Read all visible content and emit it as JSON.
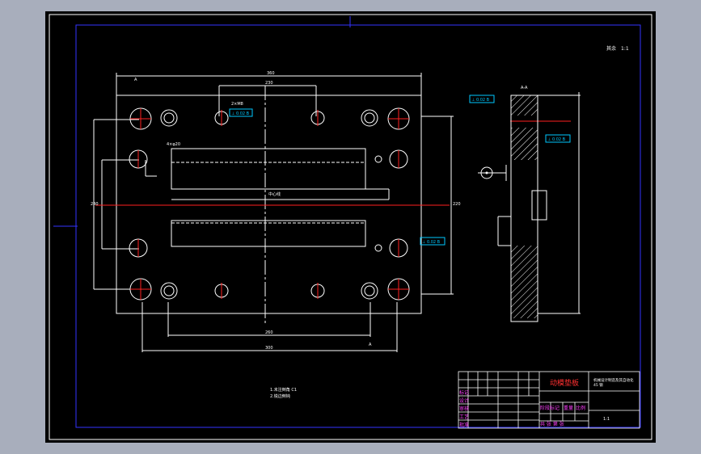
{
  "drawing": {
    "corner_note": "其余",
    "scale_note": "1:1",
    "center_label": "中心线",
    "note_line1": "1.未注倒角 C1",
    "note_line2": "2.锐边倒钝",
    "dims": {
      "overall_width": "360",
      "top_left": "A",
      "bottom_right": "A",
      "left_height": "240",
      "right_height": "220",
      "bottom_width": "300",
      "bottom_inner": "260",
      "top_inner": "230",
      "section": "A-A"
    },
    "gdt": {
      "frame1": "⊥ 0.02 B",
      "frame2": "⊥ 0.02 B",
      "frame3": "⊥ 0.02 B",
      "frame4": "⊥ 0.02 B"
    },
    "hole_note": "4×φ20",
    "slot_note": "2×M8"
  },
  "title_block": {
    "part_name": "动模垫板",
    "material": "45 钢",
    "company": "机械设计制造及其自动化",
    "sheet": "1:1",
    "rows": [
      "标记",
      "设计",
      "审核",
      "工艺",
      "批准"
    ],
    "stage": "阶段标记",
    "weight": "重量",
    "scale": "比例",
    "totals": "共  张 第  张"
  },
  "colors": {
    "background": "#000000",
    "outer_frame": "#ffffff",
    "inner_frame": "#2a2aff",
    "centerline": "#ff2020",
    "text_magenta": "#ff40ff",
    "text_red": "#ff3030",
    "gdt_cyan": "#00c8ff"
  }
}
